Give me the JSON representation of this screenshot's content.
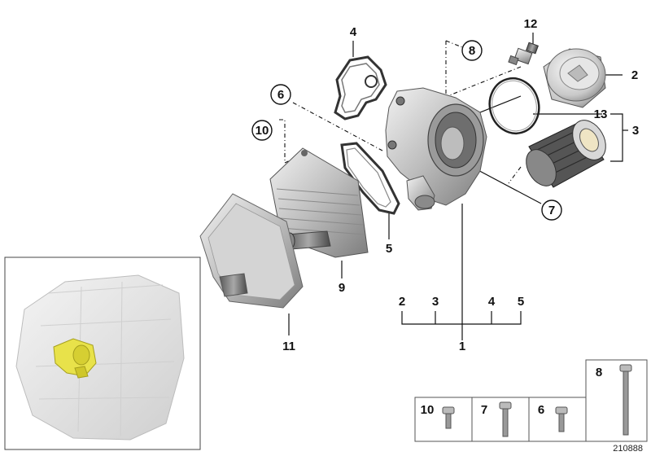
{
  "callouts": {
    "c1": "1",
    "c2": "2",
    "c3": "3",
    "c4": "4",
    "c5": "5",
    "c6": "6",
    "c7": "7",
    "c8": "8",
    "c9": "9",
    "c10": "10",
    "c11": "11",
    "c12": "12",
    "c13": "13"
  },
  "assembly_group": {
    "g2": "2",
    "g3": "3",
    "g4": "4",
    "g5": "5"
  },
  "fastener_table": [
    {
      "label": "10"
    },
    {
      "label": "7"
    },
    {
      "label": "6"
    },
    {
      "label": "8"
    }
  ],
  "reference_number": "210888",
  "colors": {
    "highlight": "#e8e24a",
    "part_gray": "#c8c8c8",
    "line": "#111111"
  }
}
